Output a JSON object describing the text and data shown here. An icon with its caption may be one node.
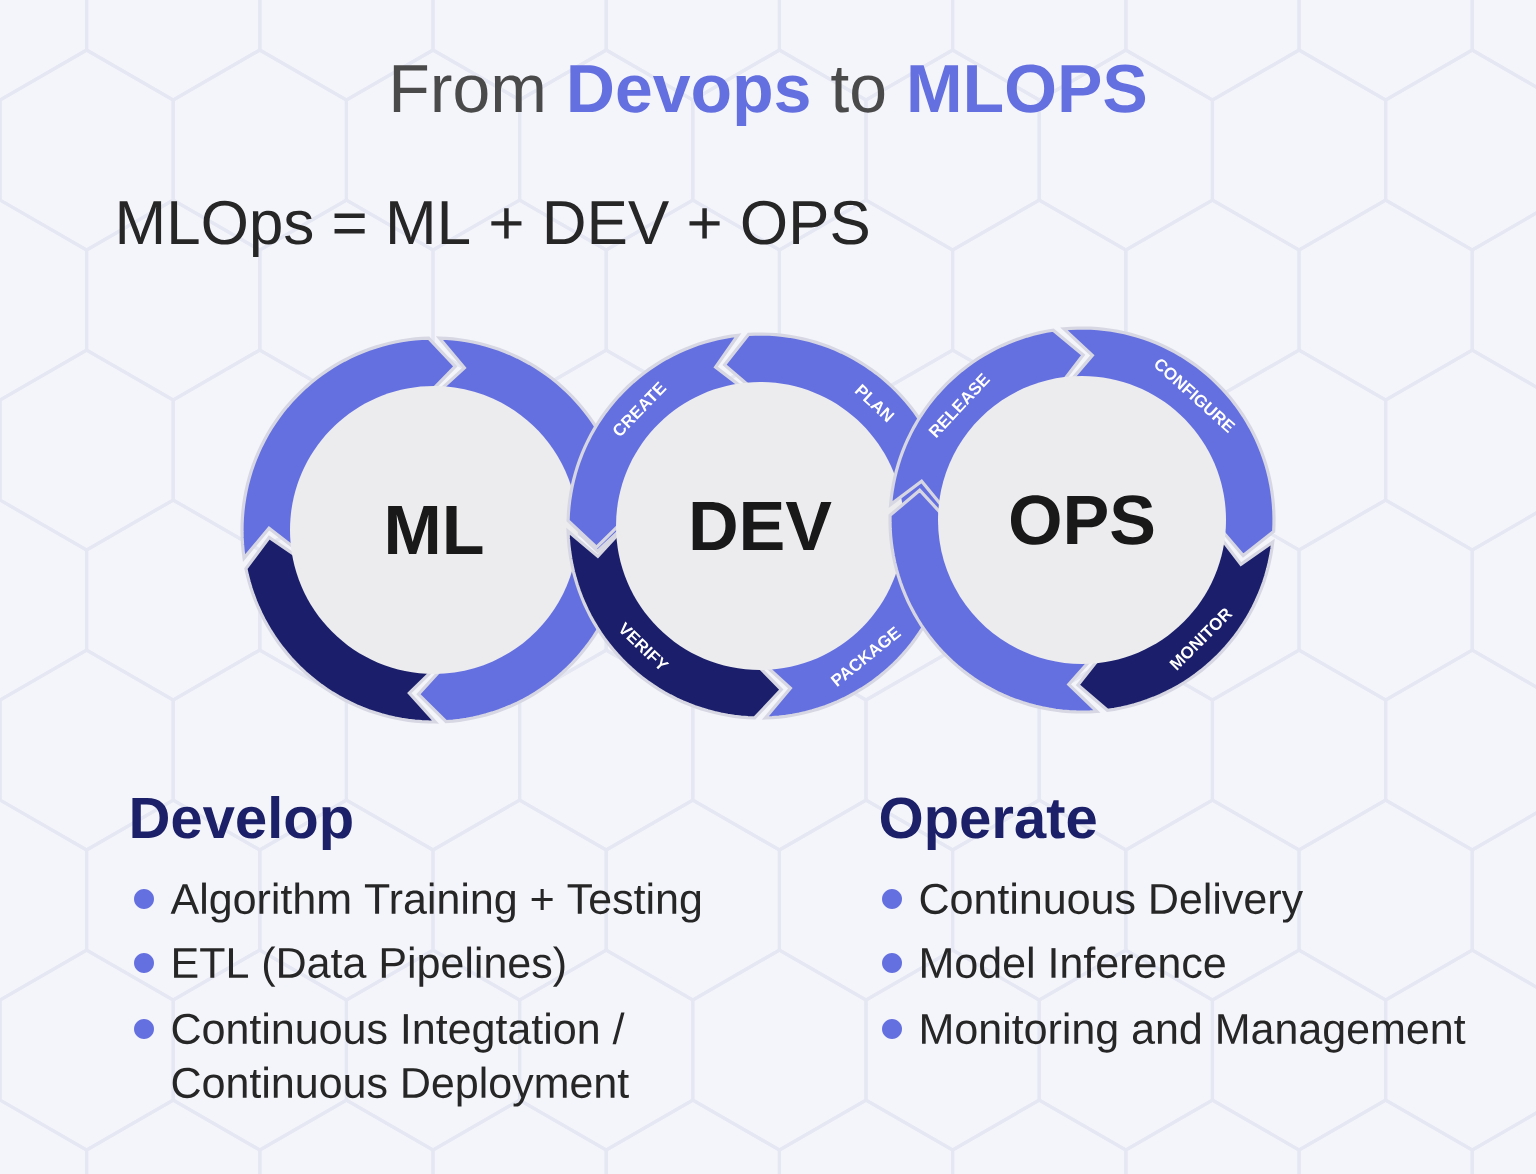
{
  "diagram": {
    "title": "From **Devops** to **MLOPS**",
    "nodes": [
      {
        "text": [
          "ML"
        ]
      },
      {
        "text": [
          "DEV"
        ]
      },
      {
        "text": [
          "OPS"
        ]
      }
    ],
    "labels": [
      "MLOps = ML + DEV + OPS",
      "CREATE",
      "PLAN",
      "RELEASE",
      "CONFIGURE",
      "VERIFY",
      "PACKAGE",
      "MONITOR",
      "Develop",
      "Algorithm Training + Testing",
      "ETL (Data Pipelines)",
      "Continuous Integtation / Continuous Deployment",
      "Operate",
      "Continuous Delivery",
      "Model Inference",
      "Monitoring and Management"
    ]
  }
}
